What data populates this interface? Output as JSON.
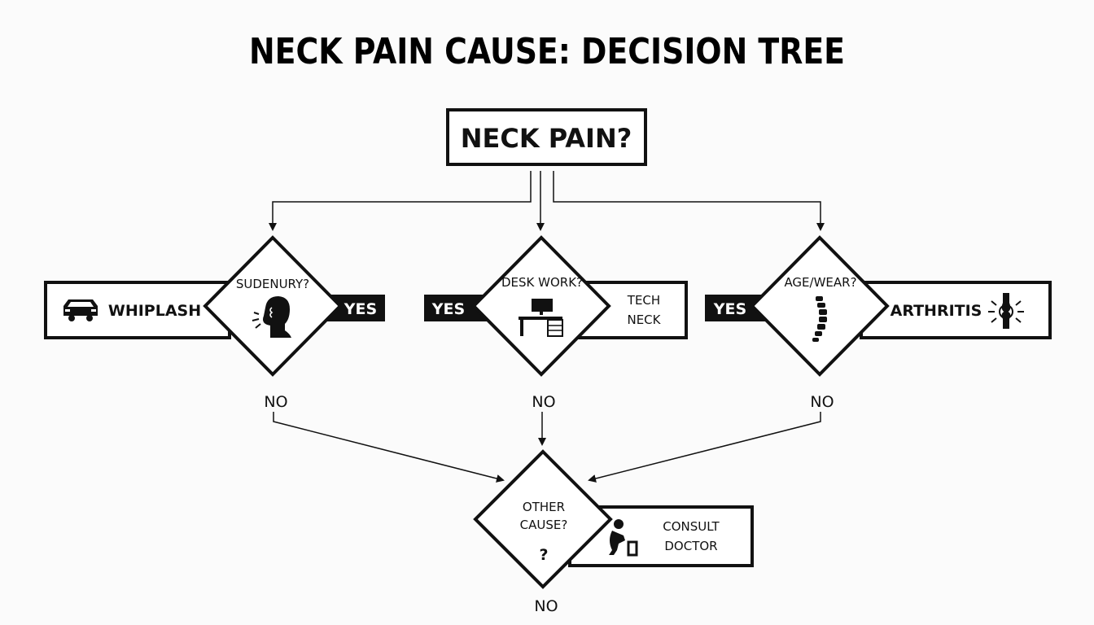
{
  "title": "NECK PAIN CAUSE: DECISION TREE",
  "root": {
    "label": "NECK PAIN?"
  },
  "decisions": [
    {
      "question": "SUDENURY?",
      "yes_label": "YES",
      "no_label": "NO",
      "result": "WHIPLASH",
      "icon": "car-icon",
      "question_icon": "head-impact-icon"
    },
    {
      "question": "DESK WORK?",
      "yes_label": "YES",
      "no_label": "NO",
      "result_line1": "TECH",
      "result_line2": "NECK",
      "icon": "desk-icon"
    },
    {
      "question": "AGE/WEAR?",
      "yes_label": "YES",
      "no_label": "NO",
      "result": "ARTHRITIS",
      "icon": "joint-icon",
      "question_icon": "spine-icon"
    }
  ],
  "other": {
    "question_line1": "OTHER",
    "question_line2": "CAUSE?",
    "mark": "?",
    "result_line1": "CONSULT",
    "result_line2": "DOCTOR",
    "no_label": "NO",
    "icon": "patient-icon"
  }
}
